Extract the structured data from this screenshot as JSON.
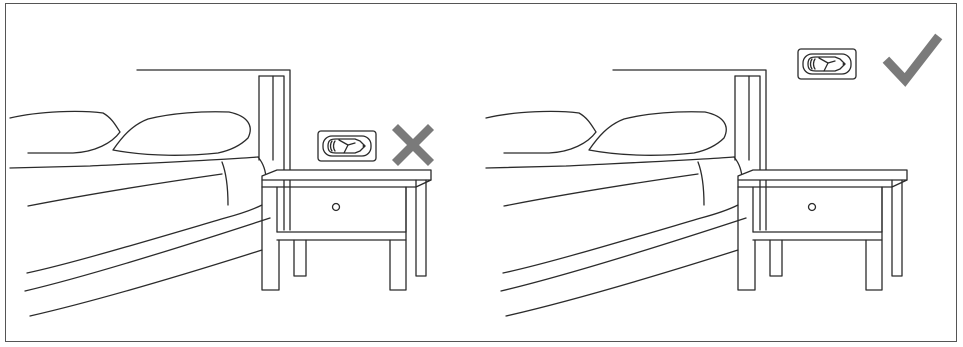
{
  "figure": {
    "panels": [
      {
        "id": "left",
        "plug_position": "above-nightstand",
        "verdict": "incorrect",
        "verdict_icon": "cross-icon"
      },
      {
        "id": "right",
        "plug_position": "high-on-wall",
        "verdict": "correct",
        "verdict_icon": "checkmark-icon"
      }
    ],
    "colors": {
      "line": "#2b2b2b",
      "mark": "#7a7a7a",
      "background": "#ffffff",
      "border": "#555555"
    }
  }
}
